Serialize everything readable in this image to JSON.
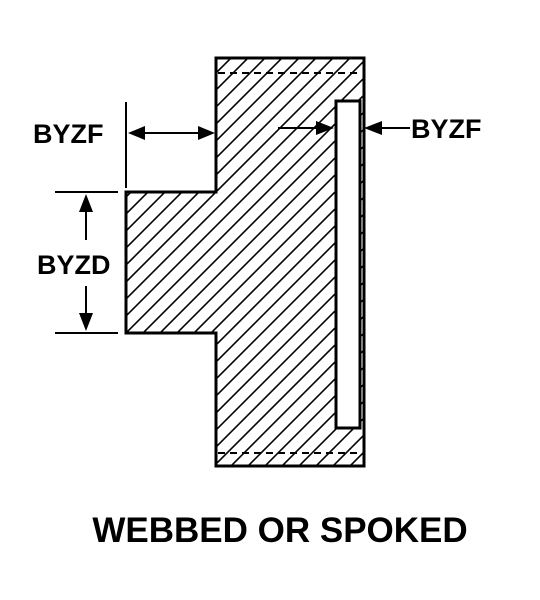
{
  "labels": {
    "hub_face_dim": "BYZF",
    "recess_face_dim": "BYZF",
    "hub_diameter_dim": "BYZD"
  },
  "caption": "WEBBED OR SPOKED",
  "colors": {
    "line": "#000000",
    "background": "#ffffff"
  }
}
